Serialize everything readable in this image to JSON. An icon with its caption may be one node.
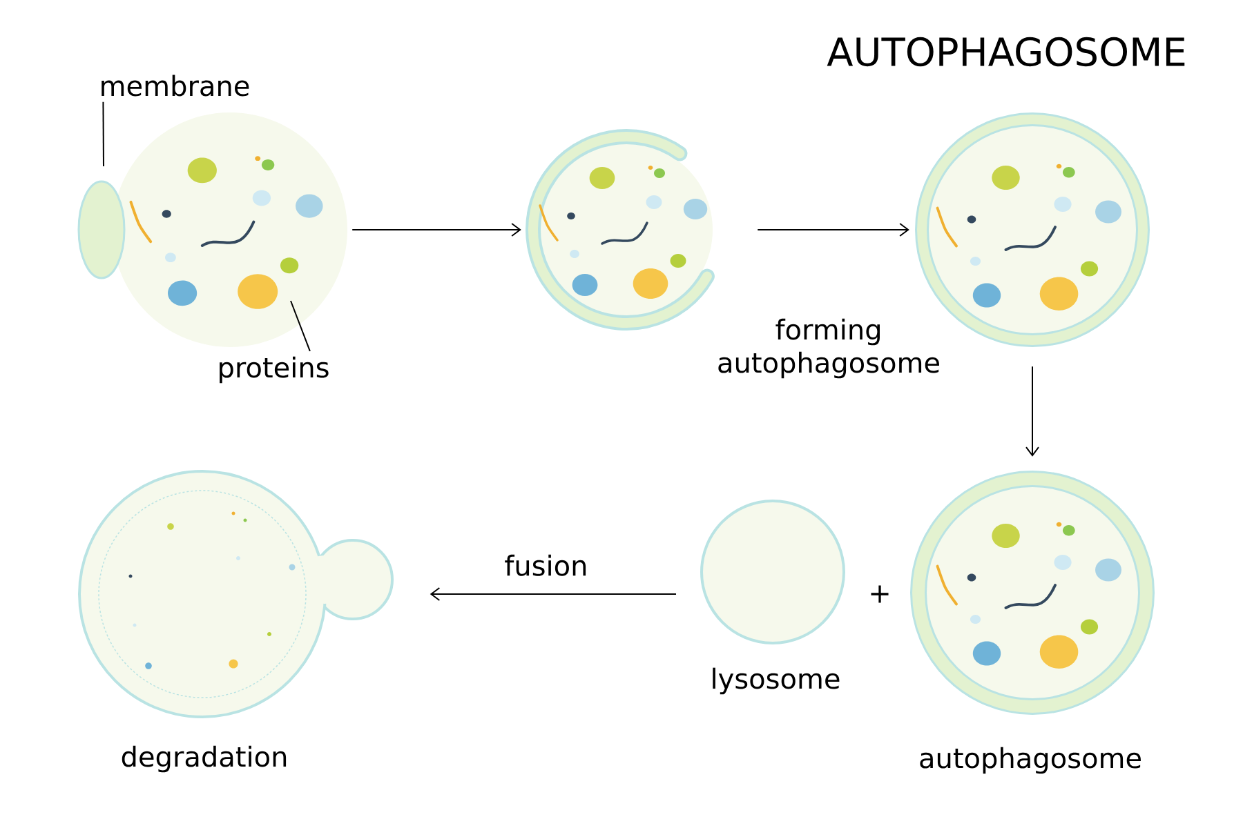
{
  "diagram": {
    "title": "AUTOPHAGOSOME",
    "nodes": [
      {
        "text": [],
        "shape": "picture"
      },
      {
        "text": [],
        "shape": "picture",
        "beside": [
          "forming autophagosome"
        ]
      },
      {
        "text": [],
        "shape": "picture"
      },
      {
        "text": [],
        "shape": "picture",
        "beside": [
          "autophagosome"
        ]
      },
      {
        "text": [],
        "shape": "circle",
        "beside": [
          "lysosome"
        ]
      },
      {
        "text": [],
        "shape": "picture",
        "beside": [
          "degradation"
        ]
      },
      {
        "text": [
          "membrane"
        ]
      },
      {
        "text": [
          "proteins"
        ]
      }
    ],
    "edges": [
      {
        "from": 0,
        "to": 1,
        "arrow": "to"
      },
      {
        "from": 1,
        "to": 2,
        "arrow": "to"
      },
      {
        "from": 2,
        "to": 3,
        "arrow": "to"
      },
      {
        "from": 4,
        "to": 5,
        "arrow": "to",
        "label": "fusion"
      },
      {
        "from": 6,
        "to": 0,
        "arrow": "none"
      },
      {
        "from": 7,
        "to": 0,
        "arrow": "none"
      }
    ],
    "labels": [
      "+"
    ]
  }
}
